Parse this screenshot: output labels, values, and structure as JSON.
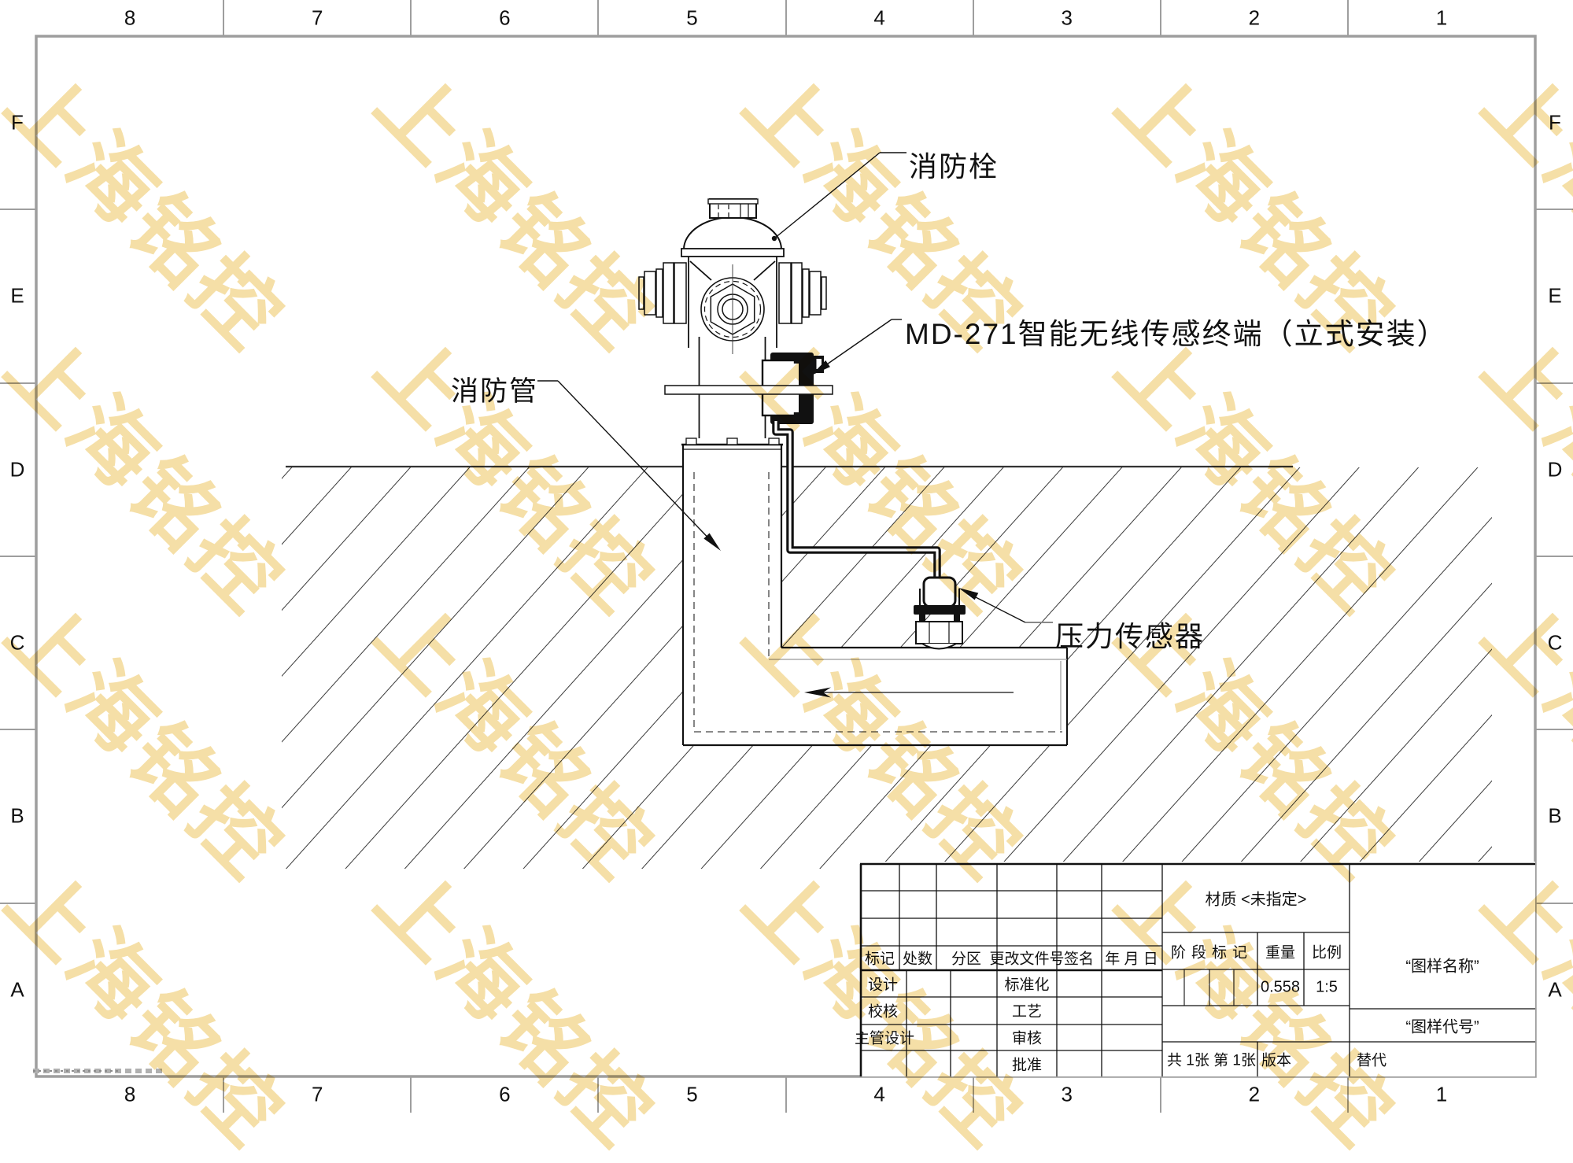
{
  "sheet": {
    "zone_columns": [
      "8",
      "7",
      "6",
      "5",
      "4",
      "3",
      "2",
      "1"
    ],
    "zone_rows": [
      "F",
      "E",
      "D",
      "C",
      "B",
      "A"
    ]
  },
  "labels": {
    "hydrant": "消防栓",
    "terminal": "MD-271智能无线传感终端（立式安装）",
    "pipe": "消防管",
    "pressure_sensor": "压力传感器"
  },
  "title_block": {
    "revision_header": [
      "标记",
      "处数",
      "分区",
      "更改文件号",
      "签名",
      "年 月 日"
    ],
    "sig_left": [
      "设计",
      "校核",
      "主管设计"
    ],
    "sig_mid": [
      "标准化",
      "工艺",
      "审核",
      "批准"
    ],
    "material": "材质 <未指定>",
    "stage_label": "阶段标记",
    "weight_label": "重量",
    "weight_value": "0.558",
    "scale_label": "比例",
    "scale_value": "1:5",
    "name_placeholder": "“图样名称”",
    "code_placeholder": "“图样代号”",
    "sheet_info": "共 1张 第 1张",
    "version_label": "版本",
    "replace_label": "替代"
  },
  "watermark": {
    "text": "上海铭控",
    "color": "#F5DFA7"
  }
}
